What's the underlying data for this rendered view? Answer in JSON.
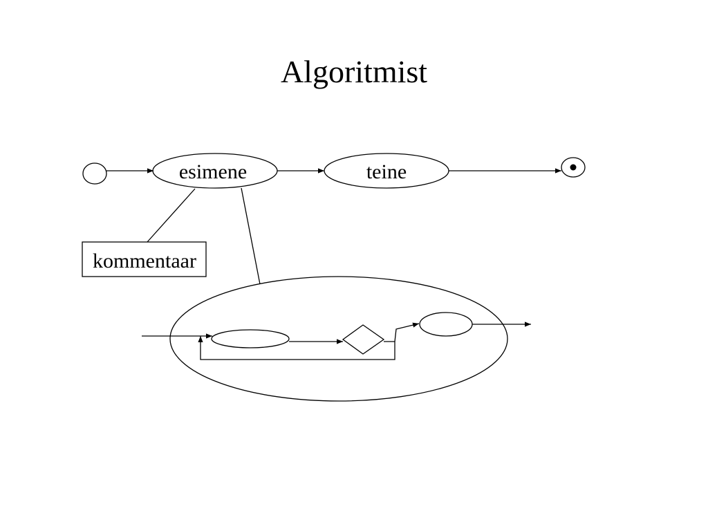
{
  "title": "Algoritmist",
  "nodes": {
    "first_state": "esimene",
    "second_state": "teine",
    "comment": "kommentaar"
  },
  "colors": {
    "stroke": "#000000",
    "background": "#ffffff"
  }
}
